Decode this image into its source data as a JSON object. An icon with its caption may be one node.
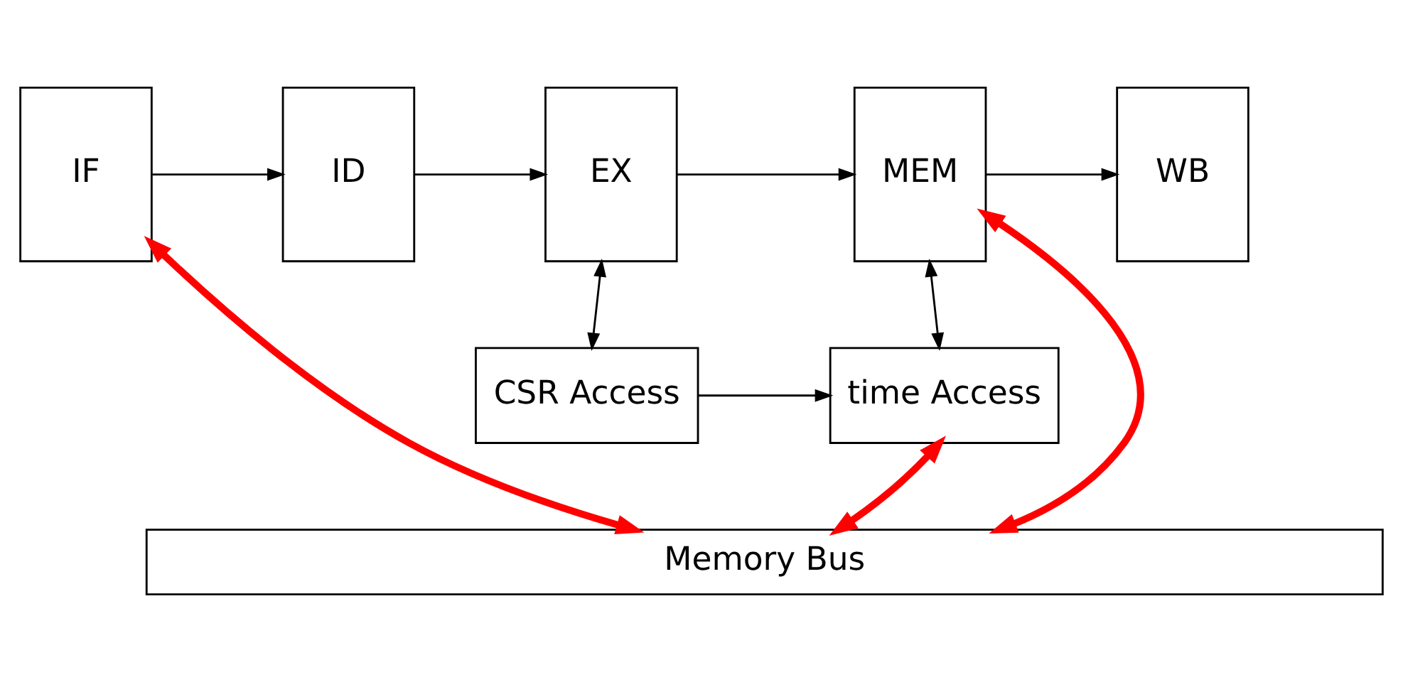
{
  "diagram": {
    "nodes": [
      {
        "text": [
          "IF"
        ]
      },
      {
        "text": [
          "ID"
        ]
      },
      {
        "text": [
          "EX"
        ]
      },
      {
        "text": [
          "MEM"
        ]
      },
      {
        "text": [
          "WB"
        ]
      },
      {
        "text": [
          "CSR Access"
        ]
      },
      {
        "text": [
          "time Access"
        ]
      },
      {
        "text": [
          "Memory Bus"
        ]
      }
    ],
    "edges": [
      {
        "from": 0,
        "to": 1,
        "arrow": "to"
      },
      {
        "from": 1,
        "to": 2,
        "arrow": "to"
      },
      {
        "from": 2,
        "to": 3,
        "arrow": "to"
      },
      {
        "from": 3,
        "to": 4,
        "arrow": "to"
      },
      {
        "from": 2,
        "to": 5,
        "arrow": "both"
      },
      {
        "from": 3,
        "to": 6,
        "arrow": "both"
      },
      {
        "from": 5,
        "to": 6,
        "arrow": "to"
      },
      {
        "from": 0,
        "to": 7,
        "arrow": "both",
        "color": "#ff0000",
        "style": "thick"
      },
      {
        "from": 7,
        "to": 3,
        "arrow": "both",
        "color": "#ff0000",
        "style": "thick"
      },
      {
        "from": 7,
        "to": 6,
        "arrow": "both",
        "color": "#ff0000",
        "style": "thick"
      }
    ]
  }
}
